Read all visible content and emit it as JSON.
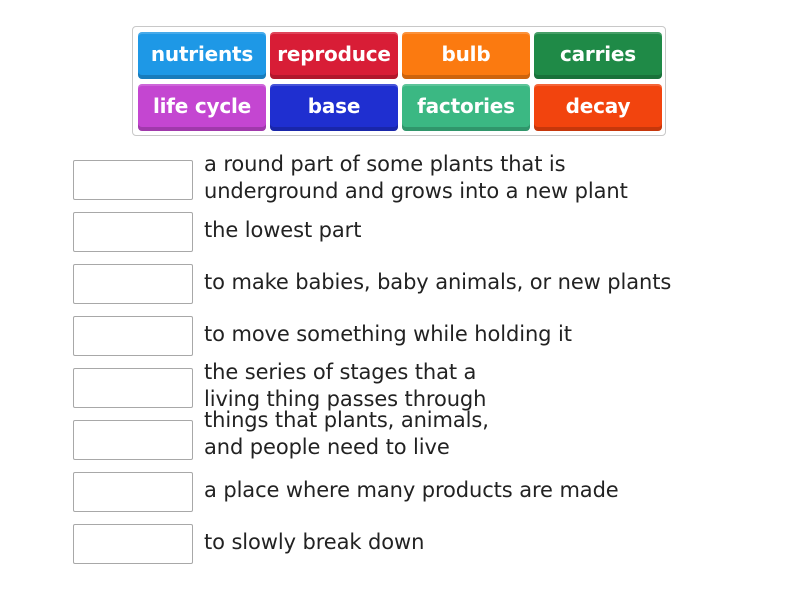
{
  "word_bank": {
    "tiles": [
      {
        "label": "nutrients",
        "color": "#1e98e6"
      },
      {
        "label": "reproduce",
        "color": "#d81d36"
      },
      {
        "label": "bulb",
        "color": "#fb7a10"
      },
      {
        "label": "carries",
        "color": "#1f8a47"
      },
      {
        "label": "life cycle",
        "color": "#c446d1"
      },
      {
        "label": "base",
        "color": "#1f2fd0"
      },
      {
        "label": "factories",
        "color": "#3bb883"
      },
      {
        "label": "decay",
        "color": "#f2440e"
      }
    ]
  },
  "definitions": [
    {
      "text": "a round part of some plants that is\nunderground and grows into a new plant",
      "answer": ""
    },
    {
      "text": "the lowest part",
      "answer": ""
    },
    {
      "text": "to make babies, baby animals, or new plants",
      "answer": ""
    },
    {
      "text": "to move something while holding it",
      "answer": ""
    },
    {
      "text": "the series of stages that a\nliving thing passes through",
      "answer": ""
    },
    {
      "text": "things that plants, animals,\nand people need to live",
      "answer": ""
    },
    {
      "text": "a place where many products are made",
      "answer": ""
    },
    {
      "text": "to slowly break down",
      "answer": ""
    }
  ]
}
